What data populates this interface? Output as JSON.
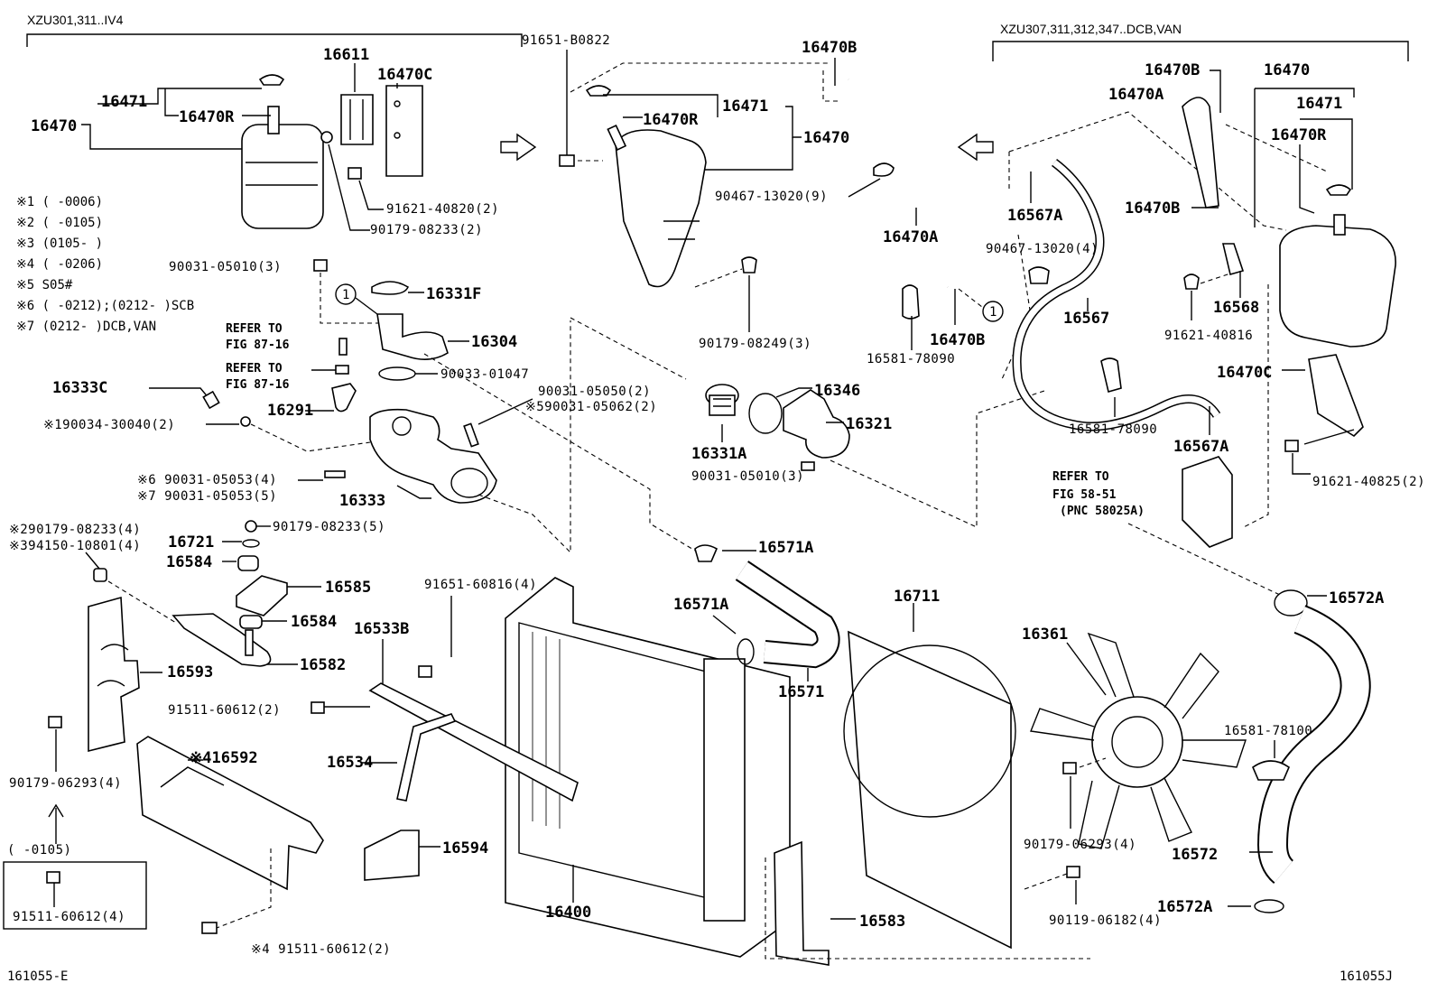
{
  "headers": {
    "left_bracket": "XZU301,311..IV4",
    "right_bracket": "XZU307,311,312,347..DCB,VAN"
  },
  "notes": [
    "※1 (      -0006)",
    "※2 (      -0105)",
    "※3 (0105-      )",
    "※4 (      -0206)",
    "※5 S05#",
    "※6 (      -0212);(0212-      )SCB",
    "※7 (0212-      )DCB,VAN"
  ],
  "refs": {
    "fig87a_1": "REFER TO",
    "fig87a_2": "FIG 87-16",
    "fig87b_1": "REFER TO",
    "fig87b_2": "FIG 87-16",
    "fig58_1": "REFER TO",
    "fig58_2": "FIG 58-51",
    "fig58_3": "(PNC 58025A)"
  },
  "inset": {
    "range": "(      -0105)",
    "part": "91511-60612(4)"
  },
  "labels": {
    "l16470_left": "16470",
    "l16471_left": "16471",
    "l16470R_left": "16470R",
    "l16611": "16611",
    "l16470C_left": "16470C",
    "l91621_40820": "91621-40820(2)",
    "l90179_08233_2": "90179-08233(2)",
    "l91651_B0822": "91651-B0822",
    "l16470B_top": "16470B",
    "l16470R_mid": "16470R",
    "l16471_mid": "16471",
    "l16470_mid": "16470",
    "l90467_13020_9": "90467-13020(9)",
    "l16470A_mid": "16470A",
    "l90179_08249": "90179-08249(3)",
    "l16581_78090_a": "16581-78090",
    "l16470B_mid": "16470B",
    "l90031_05010_3a": "90031-05010(3)",
    "l16331F": "16331F",
    "l16304": "16304",
    "l90033_01047": "90033-01047",
    "l16333C": "16333C",
    "l90034_30040": "※190034-30040(2)",
    "l16291": "16291",
    "l90031_05050": "90031-05050(2)",
    "l90031_05062": "※590031-05062(2)",
    "l90031_05053_4": "※6 90031-05053(4)",
    "l90031_05053_5": "※7 90031-05053(5)",
    "l16333": "16333",
    "l16346": "16346",
    "l16321": "16321",
    "l16331A": "16331A",
    "l90031_05010_3b": "90031-05010(3)",
    "l90179_08233_4": "※290179-08233(4)",
    "l94150_10801": "※394150-10801(4)",
    "l90179_08233_5": "90179-08233(5)",
    "l16721": "16721",
    "l16584_a": "16584",
    "l16585": "16585",
    "l16584_b": "16584",
    "l16582": "16582",
    "l16593": "16593",
    "l90179_06293_4a": "90179-06293(4)",
    "l16592": "※416592",
    "l91511_60612_2a": "91511-60612(2)",
    "l91511_60612_2b": "※4 91511-60612(2)",
    "l91651_60816": "91651-60816(4)",
    "l16533B": "16533B",
    "l16534": "16534",
    "l16594": "16594",
    "l16400": "16400",
    "l16571A_a": "16571A",
    "l16571A_b": "16571A",
    "l16571": "16571",
    "l16711": "16711",
    "l16583": "16583",
    "l16361": "16361",
    "l90179_06293_4b": "90179-06293(4)",
    "l90119_06182": "90119-06182(4)",
    "l16572A_a": "16572A",
    "l16572A_b": "16572A",
    "l16572": "16572",
    "l16581_78100": "16581-78100",
    "l16470B_r1": "16470B",
    "l16470_r": "16470",
    "l16470A_r": "16470A",
    "l16471_r": "16471",
    "l16470R_r": "16470R",
    "l16567A_a": "16567A",
    "l16470B_r2": "16470B",
    "l90467_13020_4": "90467-13020(4)",
    "l16567": "16567",
    "l91621_40816": "91621-40816",
    "l16568": "16568",
    "l16470C_r": "16470C",
    "l16581_78090_b": "16581-78090",
    "l16567A_b": "16567A",
    "l91621_40825": "91621-40825(2)",
    "circle1": "1",
    "circle2": "1"
  },
  "footer": {
    "left_code": "161055-E",
    "right_code": "161055J"
  }
}
